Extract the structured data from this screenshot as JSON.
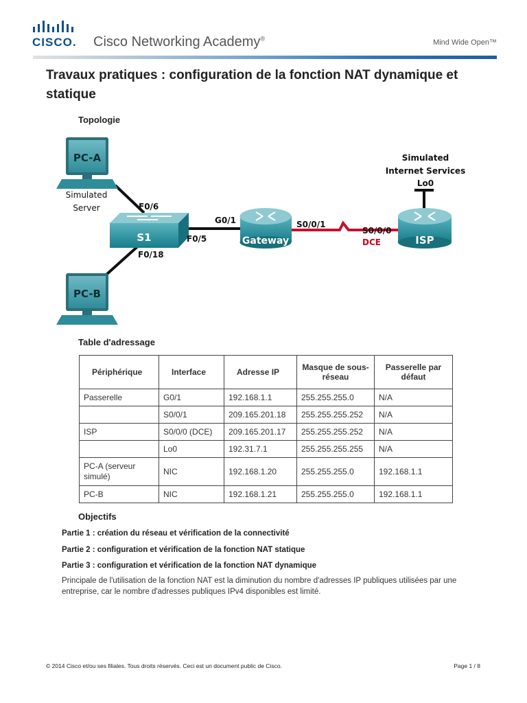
{
  "header": {
    "brand_word": "CISCO.",
    "academy": "Cisco Networking Academy",
    "academy_mark": "®",
    "tagline": "Mind Wide Open™"
  },
  "title": "Travaux pratiques : configuration de la fonction NAT dynamique et statique",
  "topology": {
    "heading": "Topologie",
    "pca": "PC-A",
    "pcb": "PC-B",
    "server_line1": "Simulated",
    "server_line2": "Server",
    "switch": "S1",
    "gateway": "Gateway",
    "isp": "ISP",
    "f06": "F0/6",
    "f05": "F0/5",
    "f018": "F0/18",
    "g01": "G0/1",
    "s001": "S0/0/1",
    "s000": "S0/0/0",
    "dce": "DCE",
    "inet_line1": "Simulated",
    "inet_line2": "Internet Services",
    "lo0": "Lo0",
    "colors": {
      "link_red": "#c8102e",
      "device_teal": "#1a8c9c",
      "dce_red": "#d0021b"
    }
  },
  "address_table": {
    "heading": "Table d'adressage",
    "headers": [
      "Périphérique",
      "Interface",
      "Adresse IP",
      "Masque de sous-réseau",
      "Passerelle par défaut"
    ],
    "rows": [
      [
        "Passerelle",
        "G0/1",
        "192.168.1.1",
        "255.255.255.0",
        "N/A"
      ],
      [
        "",
        "S0/0/1",
        "209.165.201.18",
        "255.255.255.252",
        "N/A"
      ],
      [
        "ISP",
        "S0/0/0 (DCE)",
        "209.165.201.17",
        "255.255.255.252",
        "N/A"
      ],
      [
        "",
        "Lo0",
        "192.31.7.1",
        "255.255.255.255",
        "N/A"
      ],
      [
        "PC-A (serveur simulé)",
        "NIC",
        "192.168.1.20",
        "255.255.255.0",
        "192.168.1.1"
      ],
      [
        "PC-B",
        "NIC",
        "192.168.1.21",
        "255.255.255.0",
        "192.168.1.1"
      ]
    ]
  },
  "objectives": {
    "heading": "Objectifs",
    "parts": [
      "Partie 1 : création du réseau et vérification de la connectivité",
      "Partie 2 : configuration et vérification de la fonction NAT statique",
      "Partie 3 : configuration et vérification de la fonction NAT dynamique"
    ],
    "intro": "Principale de l'utilisation de la fonction NAT est la diminution du nombre d'adresses IP publiques utilisées par une entreprise, car le nombre d'adresses publiques IPv4 disponibles est limité."
  },
  "footer": {
    "copyright": "© 2014 Cisco et/ou ses filiales. Tous droits réservés. Ceci est un document public de Cisco.",
    "page": "Page 1 / 8"
  }
}
